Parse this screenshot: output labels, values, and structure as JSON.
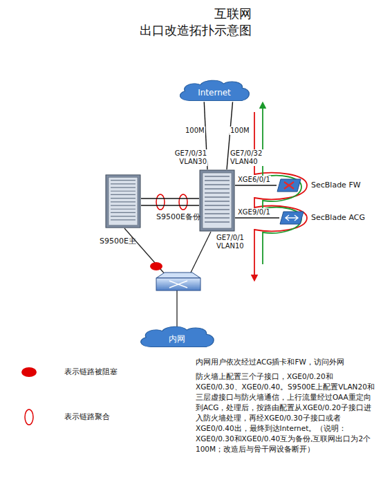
{
  "diagram": {
    "title": "互联网 出口改造拓扑示意图",
    "nodes": [
      {
        "text": [
          "Internet"
        ]
      },
      {
        "text": [
          "S9500E主"
        ]
      },
      {
        "text": [
          "S9500E备份"
        ]
      },
      {
        "text": [
          "SecBlade FW"
        ]
      },
      {
        "text": [
          "SecBlade ACG"
        ]
      },
      {
        "text": [
          "内网"
        ]
      }
    ],
    "edges": [
      {
        "from": 0,
        "to": 2,
        "arrow": "none",
        "label": "100M"
      },
      {
        "from": 0,
        "to": 2,
        "arrow": "none",
        "label": "100M"
      },
      {
        "from": 1,
        "to": 2,
        "arrow": "none"
      },
      {
        "from": 1,
        "to": 2,
        "arrow": "none"
      },
      {
        "from": 2,
        "to": 3,
        "arrow": "none",
        "label": "XGE6/0/1"
      },
      {
        "from": 2,
        "to": 4,
        "arrow": "none",
        "label": "XGE9/0/1"
      }
    ],
    "labels": [
      "GE7/0/31 VLAN30",
      "GE7/0/32 VLAN40",
      "GE7/0/1 VLAN10",
      "内网用户依次经过ACG插卡和FW，访问外网",
      "防火墙上配置三个子接口，XGE0/0.20和XGE0/0.30、XGE0/0.40。S9500E上配置VLAN20和三层虚接口与防火墙通信，上行流量经过OAA重定向到ACG，处理后，按路由配置从XGE0/0.20子接口进入防火墙处理，再经XGE0/0.30子接口或者XGE0/0.40出，最终到达Internet。（说明：XGE0/0.30和XGE0/0.40互为备份,互联网出口为2个100M；改造后与骨干网设备断开）"
    ],
    "legend": [
      {
        "text": "表示链路被阻塞",
        "color": "#e00000"
      },
      {
        "text": "表示链路聚合"
      }
    ]
  }
}
